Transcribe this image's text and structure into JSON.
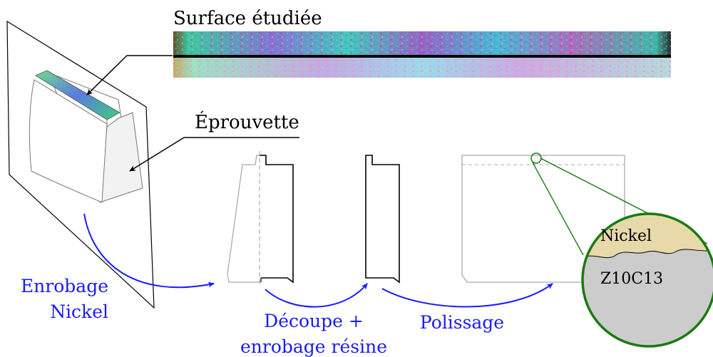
{
  "labels": {
    "surface": "Surface étudiée",
    "eprouvette": "Éprouvette",
    "step1_line1": "Enrobage",
    "step1_line2": "Nickel",
    "step2_line1": "Découpe +",
    "step2_line2": "enrobage résine",
    "step3": "Polissage",
    "layer_top": "Nickel",
    "layer_bottom": "Z10C13"
  },
  "colors": {
    "arrow": "#1a1aff",
    "zoom": "#1a7a10",
    "nickel": "#e8d9aa",
    "steel": "#cccccc",
    "gray_line": "#aaaaaa"
  }
}
